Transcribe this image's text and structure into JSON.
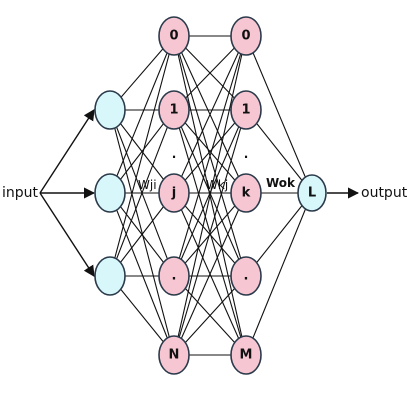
{
  "input_label": "input",
  "output_label": "output",
  "weights": {
    "wji": "Wji",
    "wkj": "Wkj",
    "wok": "Wok"
  },
  "input_nodes": [
    "",
    "",
    ""
  ],
  "hidden1_nodes": [
    "0",
    "1",
    "j",
    ".",
    "N"
  ],
  "hidden2_nodes": [
    "0",
    "1",
    "k",
    ".",
    "M"
  ],
  "output_node": "L",
  "ellipsis": ".",
  "colors": {
    "input_node": "#d8f7fb",
    "hidden_node": "#f6c7d3",
    "output_node": "#d8f7fb",
    "edge": "#111111"
  }
}
